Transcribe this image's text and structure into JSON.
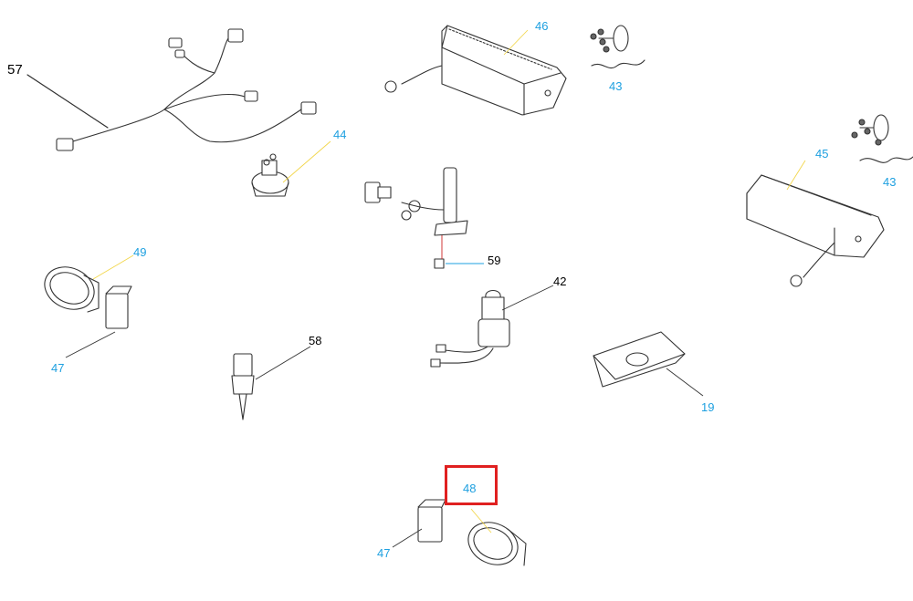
{
  "colors": {
    "callout_blue": "#1ea0e0",
    "callout_black": "#000000",
    "highlight": "#e02020",
    "leader_yellow": "#f2d64b",
    "leader_red": "#cc2222",
    "line": "#333333"
  },
  "callouts": {
    "c57": "57",
    "c46": "46",
    "c43a": "43",
    "c44": "44",
    "c45": "45",
    "c43b": "43",
    "c49": "49",
    "c59": "59",
    "c42": "42",
    "c47a": "47",
    "c58": "58",
    "c19": "19",
    "c48": "48",
    "c47b": "47"
  },
  "highlighted_part": "48"
}
